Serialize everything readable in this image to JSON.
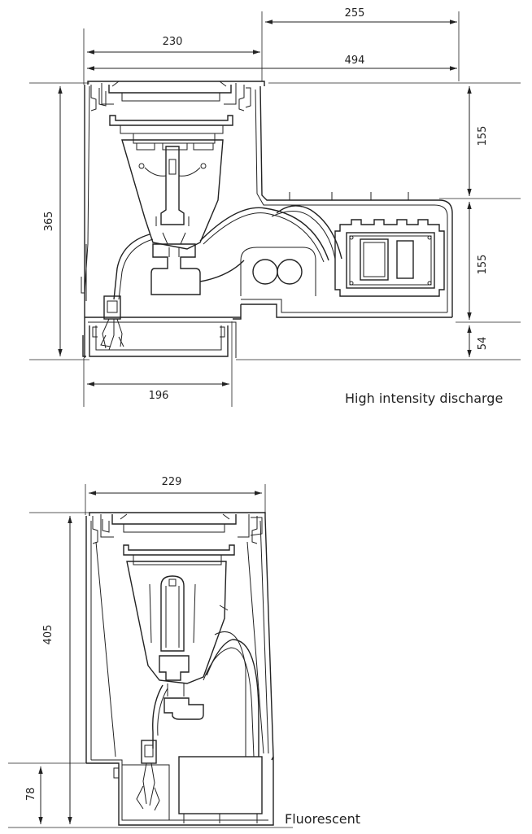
{
  "diagrams": [
    {
      "caption": "High intensity discharge",
      "dimensions": {
        "width_upper": "230",
        "width_right": "255",
        "width_total": "494",
        "height_total": "365",
        "height_right_upper": "155",
        "height_right_lower": "155",
        "height_base": "54",
        "width_bottom": "196"
      }
    },
    {
      "caption": "Fluorescent",
      "dimensions": {
        "width_top": "229",
        "height_total": "405",
        "height_base": "78"
      }
    }
  ]
}
